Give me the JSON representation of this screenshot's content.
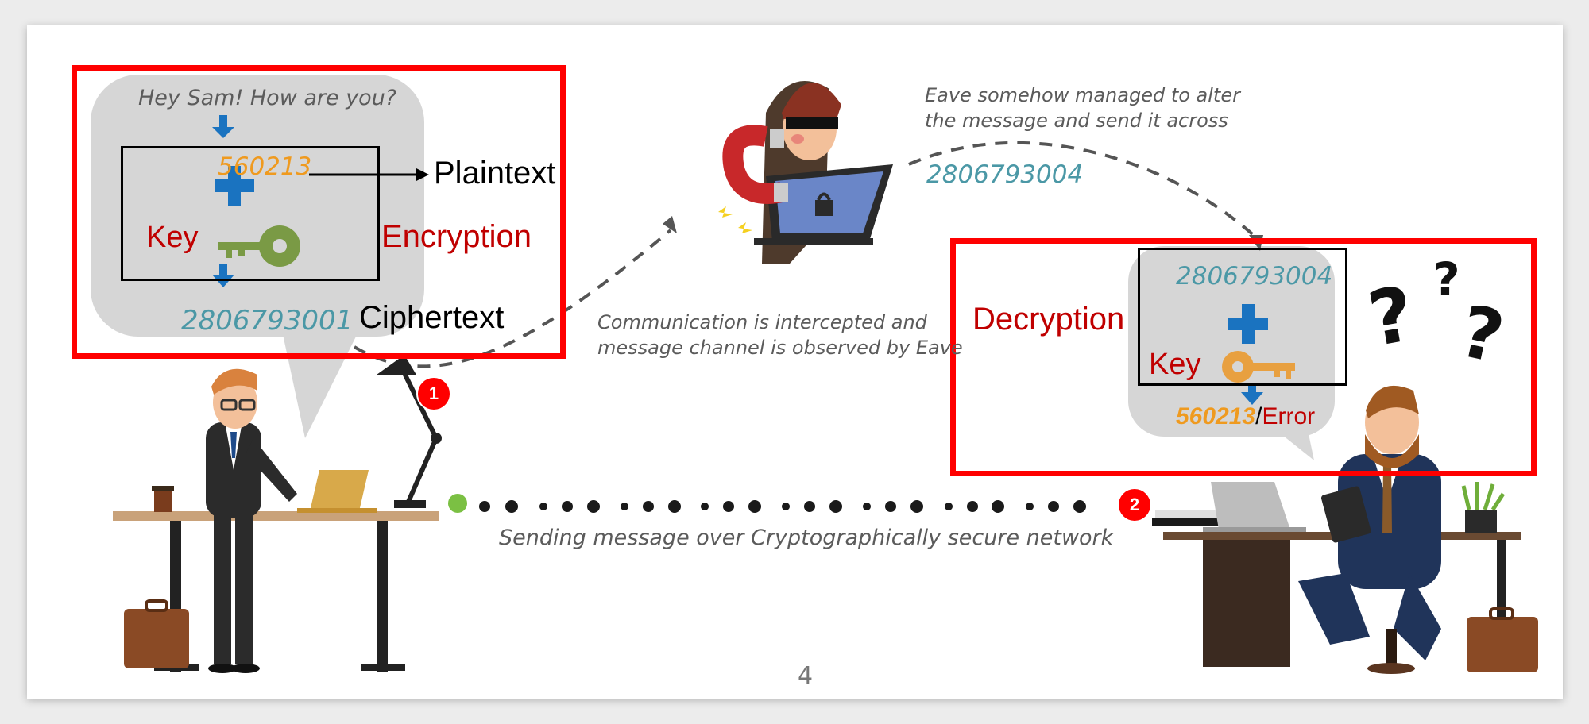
{
  "left_bubble": {
    "message": "Hey Sam! How are you?",
    "plaintext_value": "560213",
    "key_label": "Key",
    "ciphertext_value": "2806793001"
  },
  "labels": {
    "plaintext": "Plaintext",
    "encryption": "Encryption",
    "ciphertext": "Ciphertext",
    "decryption": "Decryption"
  },
  "eave": {
    "note_line1": "Eave somehow managed to alter",
    "note_line2": "the message and send it across",
    "altered_value": "2806793004"
  },
  "intercept_note": {
    "line1": "Communication is intercepted and",
    "line2": "message channel is observed by Eave"
  },
  "right_bubble": {
    "received_value": "2806793004",
    "key_label": "Key",
    "result_value": "560213",
    "result_sep": "/",
    "result_error": "Error"
  },
  "network_caption": "Sending message over Cryptographically secure network",
  "badges": {
    "sender": "1",
    "receiver": "2"
  },
  "page_number": "4",
  "colors": {
    "red_box": "#ff0000",
    "key_red": "#c00000",
    "teal_cipher": "#4b98a6",
    "orange_plain": "#ef9a1f",
    "blue_plus": "#1a73c0",
    "key_green": "#7a9a45",
    "key_orange": "#e8a040",
    "green_dot": "#7bc043"
  }
}
